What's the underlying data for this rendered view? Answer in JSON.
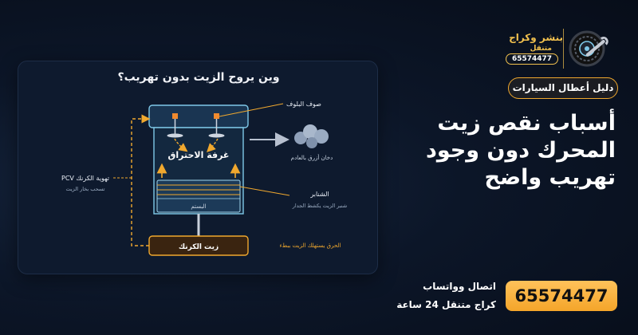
{
  "brand": {
    "name": "بنشر وكراج",
    "subtitle": "متنقل",
    "phone": "65574477"
  },
  "badge": "دليل أعطال السيارات",
  "headline": "أسباب نقص زيت المحرك دون وجود تهريب واضح",
  "contact": {
    "title": "اتصال وواتساب",
    "subtitle": "كراج متنقل 24 ساعة",
    "phone": "65574477"
  },
  "diagram": {
    "title": "وين يروح الزيت بدون تهريب؟",
    "valve_cover_label": "صوف البلوف",
    "combustion_chamber": "غرفة الاحتراق",
    "exhaust_label": "دخان أزرق بالعادم",
    "pcv_label": "تهوية الكرنك PCV",
    "pcv_sub": "تسحب بخار الزيت",
    "rings_label": "الشنابر",
    "rings_sub": "شنبر الزيت يكشط الجدار",
    "piston_label": "البستم",
    "crankcase_label": "زيت الكرنك",
    "burn_label": "الحرق يستهلك الزيت ببطء",
    "colors": {
      "accent": "#f0a82e",
      "engine_outline": "#7ec8e8",
      "card": "#0e1a2e"
    }
  }
}
